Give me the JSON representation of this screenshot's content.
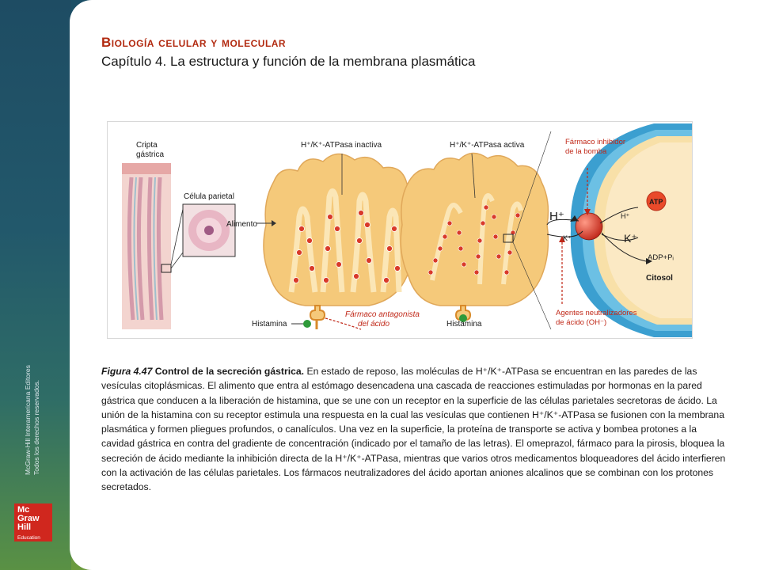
{
  "header": {
    "subject": "Biología celular y molecular",
    "chapter": "Capítulo 4. La estructura y función de la membrana plasmática"
  },
  "sidebar": {
    "credit_line1": "McGraw-Hill Interamericana Editores",
    "credit_line2": "Todos los derechos reservados.",
    "logo_lines": [
      "Mc",
      "Graw",
      "Hill",
      "Education"
    ]
  },
  "figure": {
    "labels": {
      "cripta_1": "Cripta",
      "cripta_2": "gástrica",
      "celula_parietal": "Célula parietal",
      "alimento": "Alimento",
      "inactiva": "H⁺/K⁺-ATPasa inactiva",
      "activa": "H⁺/K⁺-ATPasa activa",
      "histamina_left": "Histamina",
      "histamina_right": "Histamina",
      "antagonista_1": "Fármaco antagonista",
      "antagonista_2": "del ácido",
      "inhibidor_1": "Fármaco inhibidor",
      "inhibidor_2": "de la bomba",
      "h_plus_big": "H⁺",
      "h_plus_small": "H⁺",
      "k_plus_big": "K⁺",
      "k_plus_small": "K⁺",
      "atp": "ATP",
      "adp": "ADP+Pᵢ",
      "citosol": "Citosol",
      "agentes_1": "Agentes neutralizadores",
      "agentes_2": "de ácido (OH⁻)"
    },
    "colors": {
      "cell_fill": "#f5c97a",
      "membrane": "#3b9fd0",
      "accent_red": "#c02818",
      "pump_red": "#d93a2a",
      "histamine_green": "#2f9a3a"
    }
  },
  "caption": {
    "label": "Figura 4.47",
    "title": "Control de la secreción gástrica.",
    "body": "En estado de reposo, las moléculas de H⁺/K⁺-ATPasa se encuentran en las paredes de las vesículas citoplásmicas. El alimento que entra al estómago desencadena una cascada de reacciones estimuladas por hormonas en la pared gástrica que conducen a la liberación de histamina, que se une con un receptor en la superficie de las células parietales secretoras de ácido. La unión de la histamina con su receptor estimula una respuesta en la cual las vesículas que contienen H⁺/K⁺-ATPasa se fusionen con la membrana plasmática y formen pliegues profundos, o canalículos. Una vez en la superficie, la proteína de transporte se activa y bombea protones a la cavidad gástrica en contra del gradiente de concentración (indicado por el tamaño de las letras). El omeprazol, fármaco para la pirosis, bloquea la secreción de ácido mediante la inhibición directa de la H⁺/K⁺-ATPasa, mientras que varios otros medicamentos bloqueadores del ácido interfieren con la activación de las células parietales. Los fármacos neutralizadores del ácido aportan aniones alcalinos que se combinan con los protones secretados."
  }
}
